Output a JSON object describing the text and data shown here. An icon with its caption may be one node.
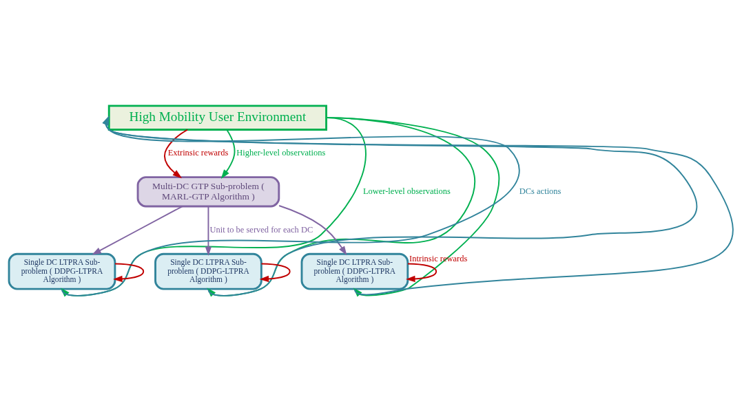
{
  "diagram": {
    "nodes": [
      {
        "text": [
          "High Mobility User Environment"
        ]
      },
      {
        "text": [
          "Multi-DC GTP Sub-problem ( MARL-GTP Algorithm )"
        ]
      },
      {
        "text": [
          "Single DC LTPRA Sub-problem ( DDPG-LTPRA Algorithm )"
        ]
      },
      {
        "text": [
          "Single DC LTPRA Sub-problem ( DDPG-LTPRA Algorithm )"
        ]
      },
      {
        "text": [
          "Single DC LTPRA Sub-problem ( DDPG-LTPRA Algorithm )"
        ]
      }
    ],
    "edges": [
      {
        "from": 0,
        "to": 1,
        "arrow": "to",
        "label": "Extrinsic rewards",
        "color": "#c00000"
      },
      {
        "from": 0,
        "to": 1,
        "arrow": "to",
        "label": "Higher-level observations",
        "color": "#00b050"
      },
      {
        "from": 1,
        "to": 2,
        "arrow": "to",
        "color": "#8064a2"
      },
      {
        "from": 1,
        "to": 3,
        "arrow": "to",
        "label": "Unit to be served for each DC",
        "color": "#8064a2"
      },
      {
        "from": 1,
        "to": 4,
        "arrow": "to",
        "color": "#8064a2"
      },
      {
        "from": 2,
        "to": 2,
        "arrow": "to",
        "color": "#c00000"
      },
      {
        "from": 3,
        "to": 3,
        "arrow": "to",
        "color": "#c00000"
      },
      {
        "from": 4,
        "to": 4,
        "arrow": "to",
        "label": "Intrinsic rewards",
        "color": "#c00000"
      },
      {
        "from": 2,
        "to": 0,
        "arrow": "to",
        "label": "DCs actions",
        "color": "#31849b"
      },
      {
        "from": 3,
        "to": 0,
        "arrow": "to",
        "color": "#31849b"
      },
      {
        "from": 4,
        "to": 0,
        "arrow": "to",
        "color": "#31849b"
      },
      {
        "from": 0,
        "to": 2,
        "arrow": "to",
        "label": "Lower-level observations",
        "color": "#00b050"
      },
      {
        "from": 0,
        "to": 3,
        "arrow": "to",
        "color": "#00b050"
      },
      {
        "from": 0,
        "to": 4,
        "arrow": "to",
        "color": "#00b050"
      }
    ]
  }
}
